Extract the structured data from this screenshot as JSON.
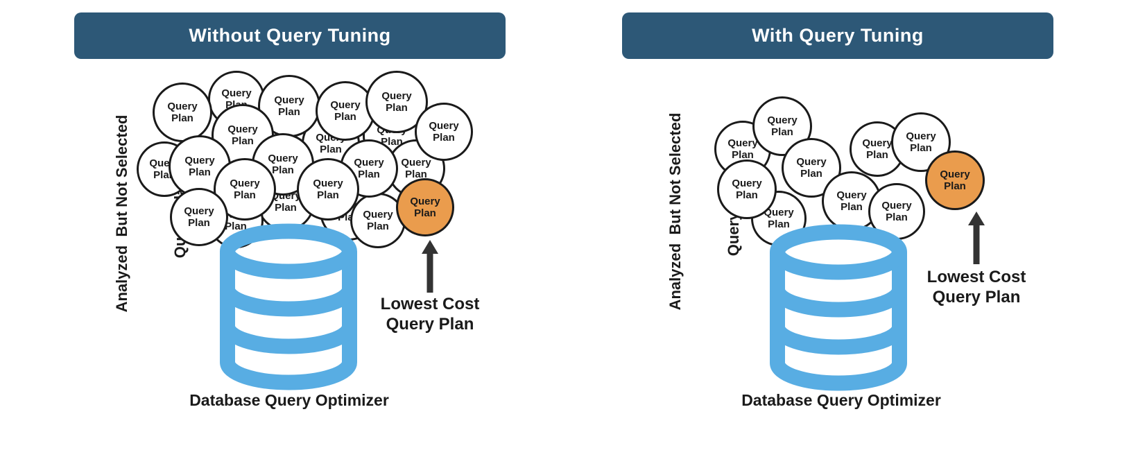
{
  "colors": {
    "header_bg": "#2d5877",
    "header_text": "#ffffff",
    "circle_fill": "#ffffff",
    "circle_stroke": "#1a1a1a",
    "highlight_fill": "#ea9c4d",
    "database_blue": "#58ade3",
    "arrow_color": "#333333",
    "text_color": "#1a1a1a",
    "background": "#ffffff"
  },
  "shared": {
    "circle_label_line1": "Query",
    "circle_label_line2": "Plan",
    "side_label_line1": "Analyzed  But Not Selected",
    "side_label_line2": "Query Plans",
    "annotation_line1": "Lowest Cost",
    "annotation_line2": "Query Plan",
    "caption": "Database Query Optimizer"
  },
  "panels": [
    {
      "title": "Without Query Tuning",
      "white_query_plan_count": 21,
      "highlighted_query_plan_count": 1
    },
    {
      "title": "With Query Tuning",
      "white_query_plan_count": 9,
      "highlighted_query_plan_count": 1
    }
  ]
}
